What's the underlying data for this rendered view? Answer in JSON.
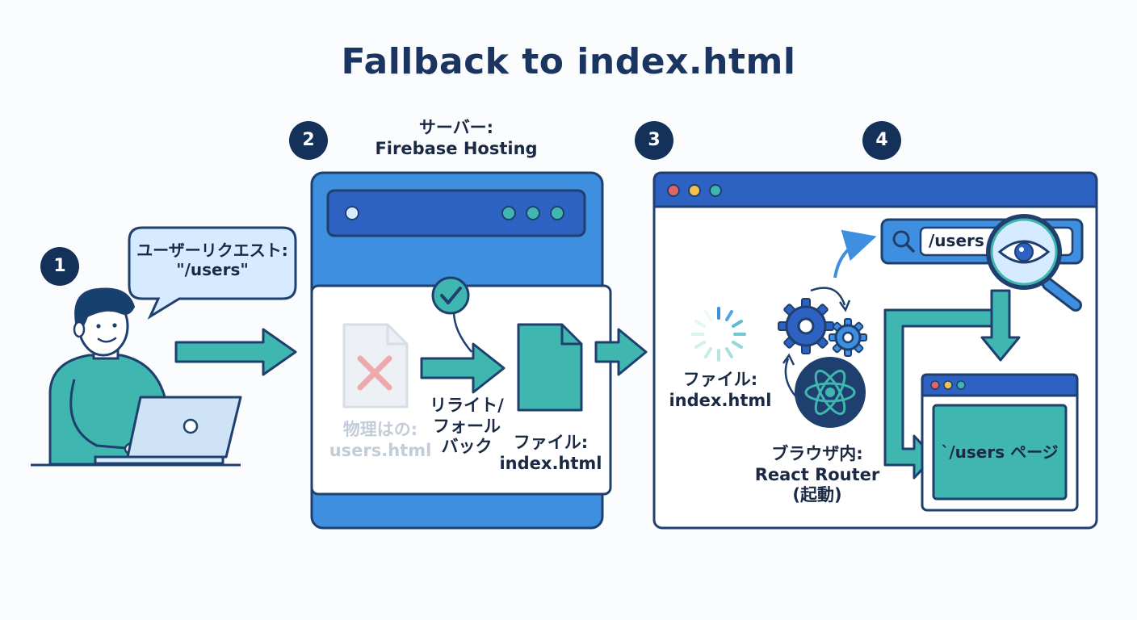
{
  "title": "Fallback to index.html",
  "steps": [
    {
      "number": "1",
      "label": "ユーザーリクエスト:",
      "path": "\"/users\""
    },
    {
      "number": "2",
      "label": "サーバー:",
      "sublabel": "Firebase Hosting",
      "missing_file_label": "物理はの:",
      "missing_file_name": "users.html",
      "rewrite_label": [
        "リライト/",
        "フォール",
        "バック"
      ],
      "served_file_label": "ファイル:",
      "served_file_name": "index.html"
    },
    {
      "number": "3",
      "file_label": "ファイル:",
      "file_name": "index.html",
      "router_label": "ブラウザ内:",
      "router_name": "React Router",
      "router_note": "(起動)"
    },
    {
      "number": "4",
      "url_text": "/users",
      "page_label": "`/users ページ"
    }
  ],
  "colors": {
    "navy": "#14315a",
    "outline": "#1f3f6e",
    "server_blue": "#3f8fe0",
    "teal": "#3fb7b0",
    "browser_bar": "#2e62c2",
    "light_blue": "#d6ebff",
    "red_x": "#e06666"
  },
  "icons": [
    "user-icon",
    "laptop-icon",
    "speech-bubble-icon",
    "server-icon",
    "check-icon",
    "missing-file-icon",
    "file-icon",
    "arrow-icon",
    "browser-window-icon",
    "loading-spinner-icon",
    "gears-icon",
    "react-logo-icon",
    "search-icon",
    "magnifier-eye-icon",
    "mini-browser-icon"
  ]
}
